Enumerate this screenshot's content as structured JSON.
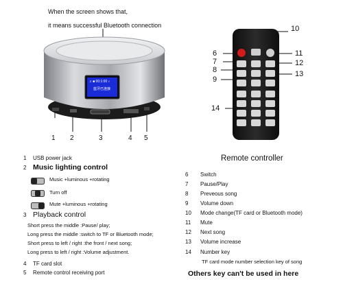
{
  "header": {
    "line1": "When the screen shows that,",
    "line2": "it means successful Bluetooth connection"
  },
  "device": {
    "screen_text_top": "♫ ■ 00:1:00 ♪",
    "screen_text_mid": "蓝牙已连接",
    "callouts": [
      "1",
      "2",
      "3",
      "4",
      "5"
    ]
  },
  "remote": {
    "title": "Remote controller",
    "callouts": [
      "6",
      "7",
      "8",
      "9",
      "10",
      "11",
      "12",
      "13",
      "14"
    ]
  },
  "left_list": {
    "item1": {
      "num": "1",
      "text": "USB power jack"
    },
    "item2": {
      "num": "2",
      "text": "Music lighting control"
    },
    "switch_modes": [
      {
        "text": "Music +luminous +rotating"
      },
      {
        "text": "Turn off"
      },
      {
        "text": "Mute +luminous +rotating"
      }
    ],
    "item3": {
      "num": "3",
      "text": "Playback control"
    },
    "playback_lines": [
      "Short press the middle :Pause/ play;",
      "Long press the middle :switch to TF or Bluetooth mode;",
      "Short press to left / right :the front / next song;",
      "Long press to left / right :Volume adjustment."
    ],
    "item4": {
      "num": "4",
      "text": "TF card slot"
    },
    "item5": {
      "num": "5",
      "text": "Remote control receiving port"
    }
  },
  "right_list": {
    "items": [
      {
        "num": "6",
        "text": "Switch"
      },
      {
        "num": "7",
        "text": "Pause/Play"
      },
      {
        "num": "8",
        "text": "Preveous song"
      },
      {
        "num": "9",
        "text": "Volume down"
      },
      {
        "num": "10",
        "text": "Mode change(TF card or Bluetooth mode)"
      },
      {
        "num": "11",
        "text": "Mute"
      },
      {
        "num": "12",
        "text": "Next song"
      },
      {
        "num": "13",
        "text": "Volume increase"
      },
      {
        "num": "14",
        "text": "Number key"
      }
    ],
    "sub_note": "TF card mode number selection key of song",
    "footer": "Others key can't be used in here"
  }
}
